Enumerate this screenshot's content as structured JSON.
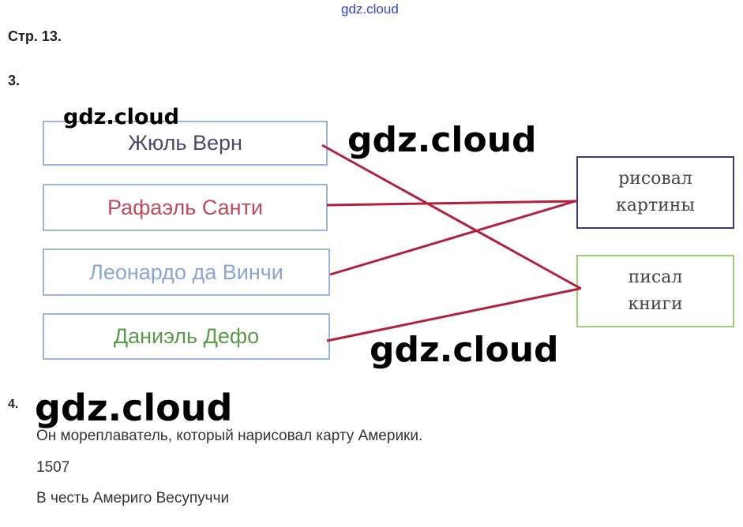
{
  "watermark": "gdz.cloud",
  "page_label": "Стр. 13.",
  "task3": {
    "number": "3.",
    "names": [
      {
        "text": "Жюль Верн",
        "color": "#4a4a6a"
      },
      {
        "text": "Рафаэль Санти",
        "color": "#c04a5e"
      },
      {
        "text": "Леонардо да Винчи",
        "color": "#8aa6d0"
      },
      {
        "text": "Даниэль Дефо",
        "color": "#5a9a4a"
      }
    ],
    "activities": [
      {
        "line1": "рисовал",
        "line2": "картины",
        "border": "#3c3c66"
      },
      {
        "line1": "писал",
        "line2": "книги",
        "border": "#9ccc7a"
      }
    ],
    "matches": [
      [
        "Жюль Верн",
        "писал книги"
      ],
      [
        "Рафаэль Санти",
        "рисовал картины"
      ],
      [
        "Леонардо да Винчи",
        "рисовал картины"
      ],
      [
        "Даниэль Дефо",
        "писал книги"
      ]
    ],
    "line_color": "#b3203c"
  },
  "task4": {
    "number": "4.",
    "answers": [
      "Он мореплаватель, который нарисовал карту Америки.",
      "1507",
      "В честь Америго Весупуччи"
    ]
  }
}
